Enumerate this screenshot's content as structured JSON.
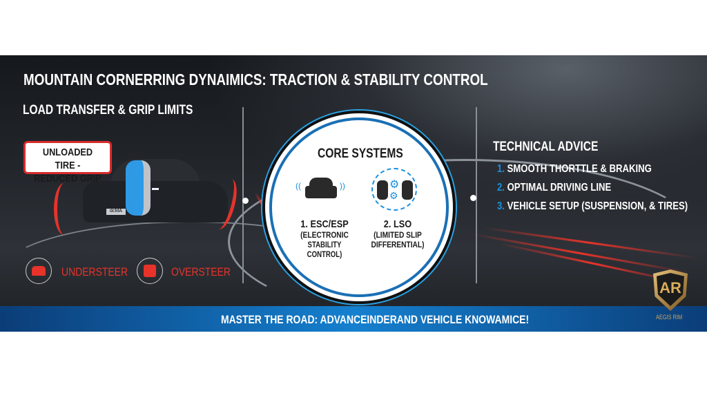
{
  "title": "MOUNTAIN CORNERRING DYNAIMICS:  TRACTION & STABILITY CONTROL",
  "left": {
    "heading": "LOAD TRANSFER & GRIP LIMITS",
    "callout_line1": "UNLOADED TIRE -",
    "callout_line2": "REDUCED GRIP",
    "plate": "dcMA",
    "understeer": "UNDERSTEER",
    "oversteer": "OVERSTEER"
  },
  "center": {
    "heading": "CORE SYSTEMS",
    "sys1_line1": "1. ESC/ESP",
    "sys1_line2": "(ELECTRONIC",
    "sys1_line3": "STABILITY CONTROL)",
    "sys2_line1": "2. LSO",
    "sys2_line2": "(LIMITED SLIP",
    "sys2_line3": "DIFFERENTIAL)"
  },
  "right": {
    "heading": "TECHNICAL ADVICE",
    "items": [
      {
        "num": "1.",
        "text": " SMOOTH THORTTLE & BRAKING"
      },
      {
        "num": "2.",
        "text": "OPTIMAL DRIVING LINE"
      },
      {
        "num": "3.",
        "text": "VEHICLE SETUP (SUSPENSION, & TIRES)"
      }
    ]
  },
  "footer": {
    "tagline": "MASTER THE ROAD: ADVANCEINDERAND VEHICLE KNOWAMICE!",
    "logo_text": "AEGIS RIM",
    "logo_letters": "AR"
  },
  "colors": {
    "accent_red": "#e8332a",
    "accent_blue": "#1a8fe0",
    "bar_blue": "#1580cf"
  }
}
